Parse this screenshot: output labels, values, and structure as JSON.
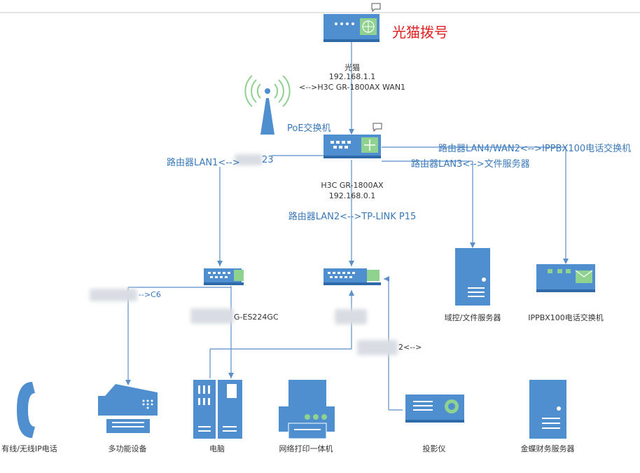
{
  "title": "光猫拨号",
  "modem": {
    "label": "光猫",
    "ip": "192.168.1.1",
    "link": "<-->H3C GR-1800AX WAN1"
  },
  "poe_label": "PoE交换机",
  "router": {
    "model": "H3C GR-1800AX",
    "ip": "192.168.0.1"
  },
  "links": {
    "lan1": "路由器LAN1<-->",
    "lan1_tail": "23",
    "lan2": "路由器LAN2<-->TP-LINK P15",
    "lan3": "路由器LAN3<-->文件服务器",
    "lan4": "路由器LAN4/WAN2<-->IPPBX100电话交换机",
    "c6": "-->C6",
    "switch_left_tail": "G-ES224GC",
    "proj_tail": "2<-->"
  },
  "devices": {
    "server": "域控/文件服务器",
    "ippbx": "IPPBX100电话交换机",
    "phone": "有线/无线IP电话",
    "mfp": "多功能设备",
    "pc": "电脑",
    "printer": "网络打印一体机",
    "projector": "投影仪",
    "finance": "金蝶财务服务器"
  },
  "colors": {
    "device": "#4f8fd0",
    "line": "#5a8fc8",
    "accent": "#8fd18f",
    "title": "#e02020"
  }
}
